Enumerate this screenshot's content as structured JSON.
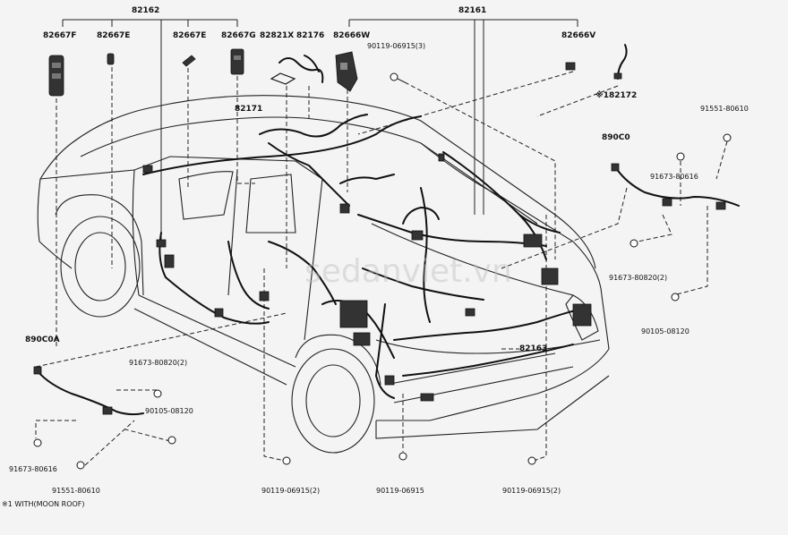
{
  "top_groups": {
    "g82162": "82162",
    "g82161": "82161"
  },
  "parts": {
    "p82667F": "82667F",
    "p82667E_a": "82667E",
    "p82667E_b": "82667E",
    "p82667G": "82667G",
    "p82821X": "82821X",
    "p82176": "82176",
    "p82666W": "82666W",
    "p90119_3": "90119-06915(3)",
    "p82666V": "82666V",
    "p182172": "※182172",
    "p82171": "82171",
    "p890C0": "890C0",
    "p91551_r": "91551-80610",
    "p91673_616_r": "91673-80616",
    "p91673_820_r": "91673-80820(2)",
    "p90105_r": "90105-08120",
    "p82163": "82163",
    "p890C0A": "890C0A",
    "p91673_820_l": "91673-80820(2)",
    "p90105_l": "90105-08120",
    "p91673_616_l": "91673-80616",
    "p91551_l": "91551-80610",
    "p90119_2a": "90119-06915(2)",
    "p90119_1": "90119-06915",
    "p90119_2b": "90119-06915(2)"
  },
  "footnote": "※1 WITH(MOON ROOF)",
  "watermark": "sedanviet.vn"
}
